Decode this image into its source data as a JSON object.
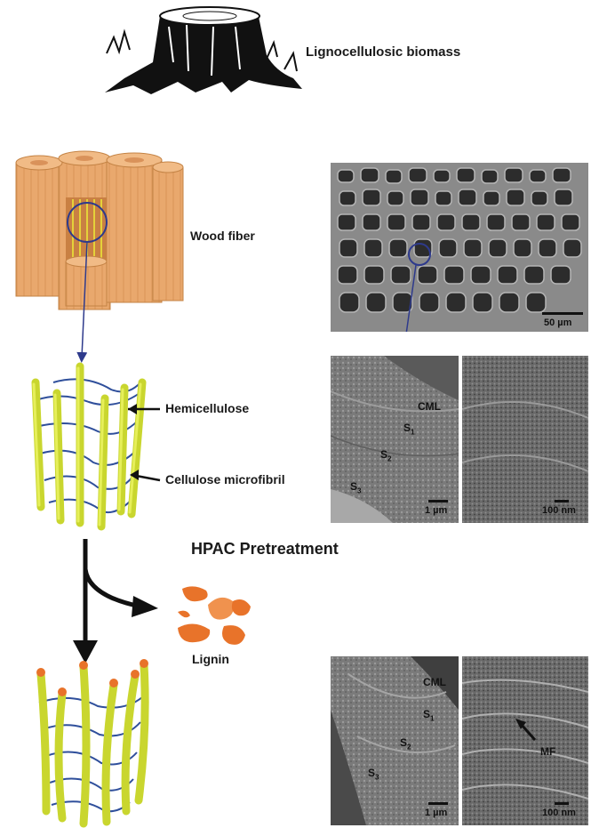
{
  "labels": {
    "biomass": "Lignocellulosic biomass",
    "wood_fiber": "Wood fiber",
    "hemicellulose": "Hemicellulose",
    "cellulose": "Cellulose microfibril",
    "pretreatment": "HPAC Pretreatment",
    "lignin": "Lignin"
  },
  "micrographs": {
    "top": {
      "scale": "50 µm"
    },
    "mid_left": {
      "scale": "1 µm",
      "cml": "CML",
      "s1": "S",
      "s1_sub": "1",
      "s2": "S",
      "s2_sub": "2",
      "s3": "S",
      "s3_sub": "3"
    },
    "mid_right": {
      "scale": "100 nm"
    },
    "bot_left": {
      "scale": "1 µm",
      "cml": "CML",
      "s1": "S",
      "s1_sub": "1",
      "s2": "S",
      "s2_sub": "2",
      "s3": "S",
      "s3_sub": "3"
    },
    "bot_right": {
      "scale": "100 nm",
      "mf": "MF"
    }
  },
  "colors": {
    "wood": "#e7a46a",
    "fibril": "#d7e43a",
    "hemi": "#2f4f9b",
    "lignin": "#e8732a",
    "arrow": "#111111",
    "callout": "#2e3a8c"
  }
}
